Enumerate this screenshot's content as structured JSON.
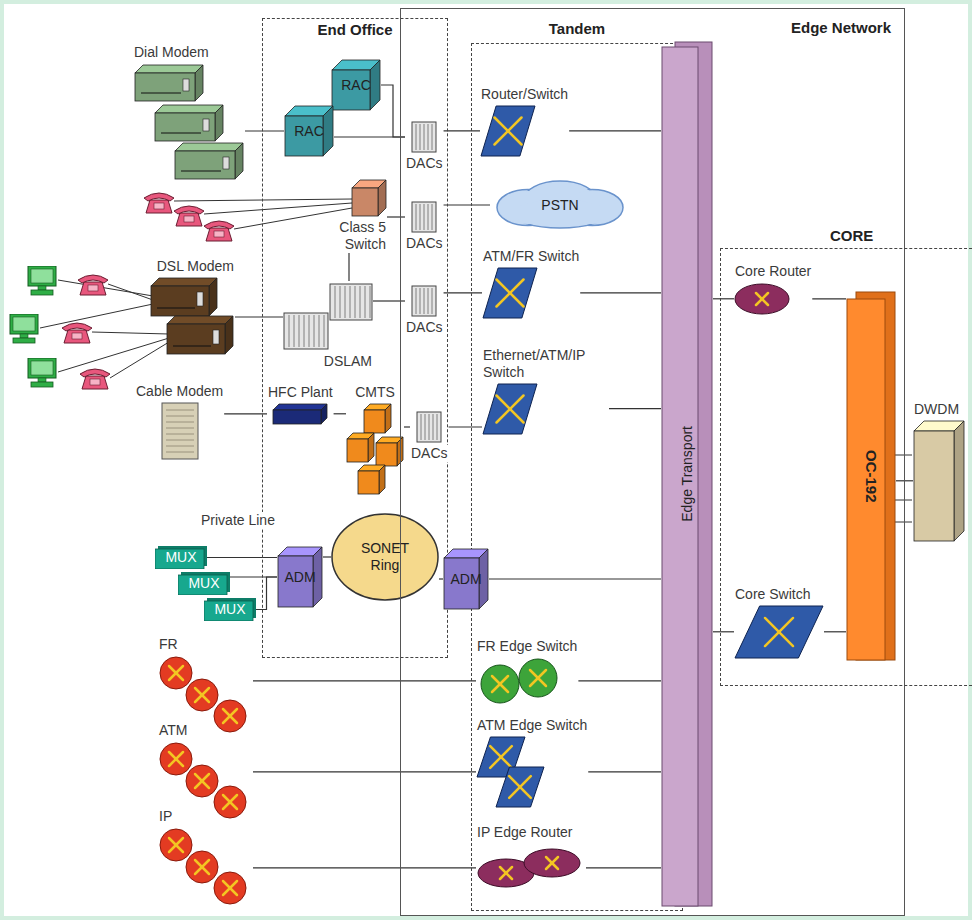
{
  "diagram": {
    "nodes": [
      {
        "text": [
          "End Office"
        ]
      },
      {
        "text": [
          "Dial Modem"
        ]
      },
      {
        "text": [
          "RAC"
        ],
        "in": 0
      },
      {
        "text": [
          "RAC"
        ],
        "in": 0
      },
      {
        "text": [
          "DACs"
        ],
        "in": 0
      },
      {
        "text": [
          "Class 5 Switch"
        ],
        "in": 0
      },
      {
        "text": [
          "DACs"
        ],
        "in": 0
      },
      {
        "text": [
          "DSL Modem"
        ]
      },
      {
        "text": [
          "DSLAM"
        ],
        "in": 0
      },
      {
        "text": [
          "DACs"
        ],
        "in": 0
      },
      {
        "text": [
          "Cable Modem"
        ]
      },
      {
        "text": [
          "HFC Plant"
        ],
        "in": 0
      },
      {
        "text": [
          "CMTS"
        ],
        "in": 0
      },
      {
        "text": [
          "DACs"
        ],
        "in": 0
      },
      {
        "text": [
          "MUX"
        ]
      },
      {
        "text": [
          "MUX"
        ]
      },
      {
        "text": [
          "MUX"
        ]
      },
      {
        "text": [
          "ADM"
        ],
        "in": 0
      },
      {
        "text": [
          "SONET Ring"
        ],
        "in": 0
      },
      {
        "text": [
          "FR"
        ]
      },
      {
        "text": [
          "ATM"
        ]
      },
      {
        "text": [
          "IP"
        ]
      },
      {
        "text": [
          "Edge Network"
        ]
      },
      {
        "text": [
          "Tandem"
        ],
        "in": 22
      },
      {
        "text": [
          "Router/Switch"
        ],
        "in": 23
      },
      {
        "text": [
          "PSTN"
        ],
        "in": 23
      },
      {
        "text": [
          "ATM/FR Switch"
        ],
        "in": 23
      },
      {
        "text": [
          "Ethernet/ATM/IP Switch"
        ],
        "in": 23
      },
      {
        "text": [
          "ADM"
        ],
        "in": 22
      },
      {
        "text": [
          "FR Edge Switch"
        ],
        "in": 23
      },
      {
        "text": [
          "ATM Edge Switch"
        ],
        "in": 23
      },
      {
        "text": [
          "IP Edge Router"
        ],
        "in": 23
      },
      {
        "text": [
          "Edge Transport"
        ],
        "in": 22
      },
      {
        "text": [
          "CORE"
        ]
      },
      {
        "text": [
          "Core Router"
        ],
        "in": 33
      },
      {
        "text": [
          "OC-192"
        ],
        "in": 33
      },
      {
        "text": [
          "DWDM"
        ],
        "in": 33
      },
      {
        "text": [
          "Core Switch"
        ],
        "in": 33
      }
    ],
    "edges": [
      {
        "from": 1,
        "to": 3,
        "arrow": "none"
      },
      {
        "from": 2,
        "to": 4,
        "arrow": "none"
      },
      {
        "from": 3,
        "to": 4,
        "arrow": "none"
      },
      {
        "from": 4,
        "to": 24,
        "arrow": "none"
      },
      {
        "from": 5,
        "to": 6,
        "arrow": "none"
      },
      {
        "from": 6,
        "to": 25,
        "arrow": "none"
      },
      {
        "from": 5,
        "to": 8,
        "arrow": "none"
      },
      {
        "from": 7,
        "to": 8,
        "arrow": "none"
      },
      {
        "from": 8,
        "to": 9,
        "arrow": "none"
      },
      {
        "from": 9,
        "to": 26,
        "arrow": "none"
      },
      {
        "from": 10,
        "to": 11,
        "arrow": "none"
      },
      {
        "from": 11,
        "to": 12,
        "arrow": "none"
      },
      {
        "from": 12,
        "to": 13,
        "arrow": "none"
      },
      {
        "from": 13,
        "to": 27,
        "arrow": "none"
      },
      {
        "from": 14,
        "to": 17,
        "arrow": "none"
      },
      {
        "from": 15,
        "to": 17,
        "arrow": "none"
      },
      {
        "from": 16,
        "to": 17,
        "arrow": "none"
      },
      {
        "from": 17,
        "to": 18,
        "arrow": "none"
      },
      {
        "from": 18,
        "to": 28,
        "arrow": "none"
      },
      {
        "from": 19,
        "to": 29,
        "arrow": "none"
      },
      {
        "from": 20,
        "to": 30,
        "arrow": "none"
      },
      {
        "from": 21,
        "to": 31,
        "arrow": "none"
      },
      {
        "from": 24,
        "to": 32,
        "arrow": "none"
      },
      {
        "from": 26,
        "to": 32,
        "arrow": "none"
      },
      {
        "from": 27,
        "to": 32,
        "arrow": "none"
      },
      {
        "from": 28,
        "to": 32,
        "arrow": "none"
      },
      {
        "from": 29,
        "to": 32,
        "arrow": "none"
      },
      {
        "from": 30,
        "to": 32,
        "arrow": "none"
      },
      {
        "from": 31,
        "to": 32,
        "arrow": "none"
      },
      {
        "from": 32,
        "to": 34,
        "arrow": "none"
      },
      {
        "from": 32,
        "to": 37,
        "arrow": "none"
      },
      {
        "from": 34,
        "to": 35,
        "arrow": "none"
      },
      {
        "from": 37,
        "to": 35,
        "arrow": "none"
      },
      {
        "from": 35,
        "to": 36,
        "arrow": "none"
      }
    ],
    "labels": [
      "Private Line"
    ]
  }
}
